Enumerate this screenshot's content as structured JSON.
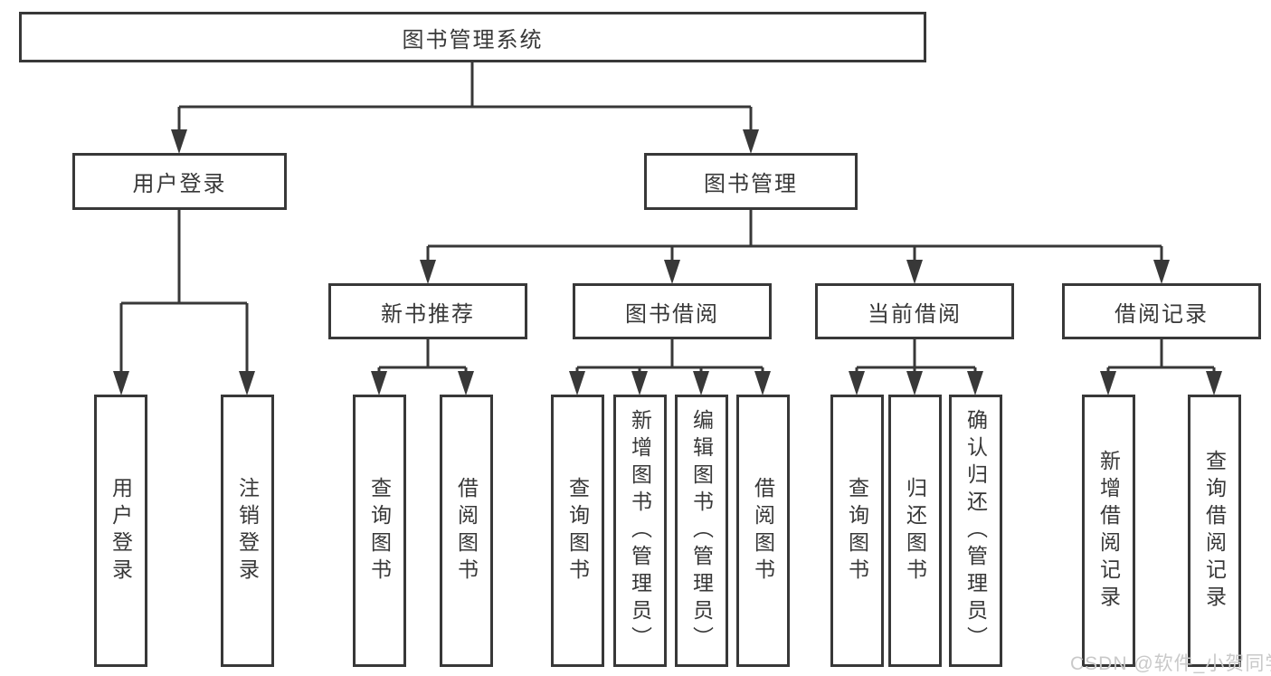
{
  "diagram": {
    "colors": {
      "line": "#383838",
      "text": "#383838",
      "background": "#ffffff",
      "watermark": "#c9c9c9"
    },
    "nodes": {
      "root": "图书管理系统",
      "user_login": "用户登录",
      "book_mgmt": "图书管理",
      "new_books": "新书推荐",
      "book_borrow": "图书借阅",
      "current_borrow": "当前借阅",
      "borrow_records": "借阅记录",
      "user_login_children": {
        "login": "用户登录",
        "logout": "注销登录"
      },
      "new_books_children": {
        "query": "查询图书",
        "borrow": "借阅图书"
      },
      "book_borrow_children": {
        "query": "查询图书",
        "add": "新增图书（管理员）",
        "edit": "编辑图书（管理员）",
        "borrow": "借阅图书"
      },
      "current_borrow_children": {
        "query": "查询图书",
        "return": "归还图书",
        "confirm": "确认归还（管理员）"
      },
      "borrow_records_children": {
        "add": "新增借阅记录",
        "query": "查询借阅记录"
      }
    },
    "watermark": "CSDN @软件_小贺同学"
  }
}
